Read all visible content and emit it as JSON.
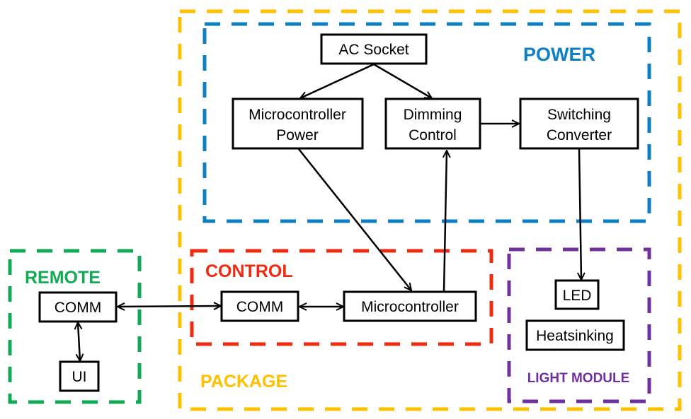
{
  "groups": {
    "package": {
      "label": "PACKAGE",
      "color": "#FFC000"
    },
    "power": {
      "label": "POWER",
      "color": "#0F7FC4"
    },
    "control": {
      "label": "CONTROL",
      "color": "#F02A10"
    },
    "remote": {
      "label": "REMOTE",
      "color": "#11AA55"
    },
    "light_module": {
      "label": "LIGHT MODULE",
      "color": "#7030A0"
    }
  },
  "nodes": {
    "ac_socket": {
      "line1": "AC Socket"
    },
    "mcu_power": {
      "line1": "Microcontroller",
      "line2": "Power"
    },
    "dimming": {
      "line1": "Dimming",
      "line2": "Control"
    },
    "switching": {
      "line1": "Switching",
      "line2": "Converter"
    },
    "remote_comm": {
      "line1": "COMM"
    },
    "ui": {
      "line1": "UI"
    },
    "control_comm": {
      "line1": "COMM"
    },
    "microcontroller": {
      "line1": "Microcontroller"
    },
    "led": {
      "line1": "LED"
    },
    "heatsinking": {
      "line1": "Heatsinking"
    }
  },
  "edges": [
    {
      "from": "AC Socket",
      "to": "Microcontroller Power",
      "type": "directed"
    },
    {
      "from": "AC Socket",
      "to": "Dimming Control",
      "type": "directed"
    },
    {
      "from": "Dimming Control",
      "to": "Switching Converter",
      "type": "directed"
    },
    {
      "from": "Switching Converter",
      "to": "LED",
      "type": "directed"
    },
    {
      "from": "Microcontroller Power",
      "to": "Microcontroller",
      "type": "directed"
    },
    {
      "from": "Microcontroller",
      "to": "Dimming Control",
      "type": "directed"
    },
    {
      "from": "COMM (Control)",
      "to": "Microcontroller",
      "type": "bidirectional"
    },
    {
      "from": "COMM (Remote)",
      "to": "COMM (Control)",
      "type": "bidirectional"
    },
    {
      "from": "COMM (Remote)",
      "to": "UI",
      "type": "bidirectional"
    }
  ]
}
